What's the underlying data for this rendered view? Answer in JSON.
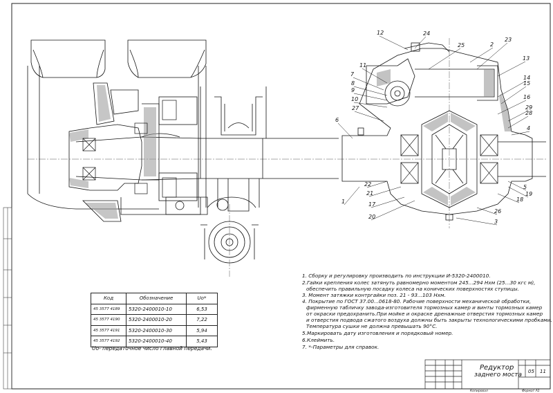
{
  "callouts": [
    {
      "label": "12"
    },
    {
      "label": "24"
    },
    {
      "label": "25"
    },
    {
      "label": "2"
    },
    {
      "label": "23"
    },
    {
      "label": "13"
    },
    {
      "label": "11"
    },
    {
      "label": "7"
    },
    {
      "label": "8"
    },
    {
      "label": "9"
    },
    {
      "label": "10"
    },
    {
      "label": "27"
    },
    {
      "label": "14"
    },
    {
      "label": "15"
    },
    {
      "label": "16"
    },
    {
      "label": "29"
    },
    {
      "label": "28"
    },
    {
      "label": "4"
    },
    {
      "label": "6"
    },
    {
      "label": "5"
    },
    {
      "label": "22"
    },
    {
      "label": "21"
    },
    {
      "label": "1"
    },
    {
      "label": "17"
    },
    {
      "label": "20"
    },
    {
      "label": "19"
    },
    {
      "label": "18"
    },
    {
      "label": "26"
    },
    {
      "label": "3"
    }
  ],
  "spec_table": {
    "headers": [
      "Код",
      "Обозначение",
      "Uo*"
    ],
    "rows": [
      {
        "code": "45 3577 4189",
        "designation": "5320-2400010-10",
        "ratio": "6,53"
      },
      {
        "code": "45 3577 4190",
        "designation": "5320-2400010-20",
        "ratio": "7,22"
      },
      {
        "code": "45 3577 4191",
        "designation": "5320-2400010-30",
        "ratio": "5,94"
      },
      {
        "code": "45 3577 4192",
        "designation": "5320-2400010-40",
        "ratio": "5,43"
      }
    ],
    "footnote": "Uo- передаточное число главной передачи."
  },
  "notes": [
    "1. Сборку и регулировку производить по инструкции И-5320-2400010.",
    "2.Гайки крепления колес затянуть равномерно моментом 245...294 Нхм (25...30 кгс м),",
    "обеспечить правильную посадку колеса на конических поверхностях ступицы.",
    "3. Момент затяжки контргайки поз. 21 - 93...103 Нхм.",
    "4. Покрытие по ГОСТ 37.00...0618-80. Рабочие поверхности механической обработки,",
    "фирменную табличку завода-изготовителя тормозных камер и винты тормозных камер",
    "от окраски предохранить.При мойке и окраске дренажные отверстия тормозных камер",
    "и отверстия подвода сжатого воздуха должны быть закрыты технологическими пробками.",
    "Температура сушки не должна превышать 90°С.",
    "5.Маркировать дату изготовления и порядковый номер.",
    "6.Клеймить.",
    "7. *-Параметры для справок."
  ],
  "title_block": {
    "title_line1": "Редуктор",
    "title_line2": "заднего моста",
    "sheet": "05",
    "sheets": "11",
    "bottom_left": "Копировал",
    "bottom_right": "Формат  А1"
  }
}
